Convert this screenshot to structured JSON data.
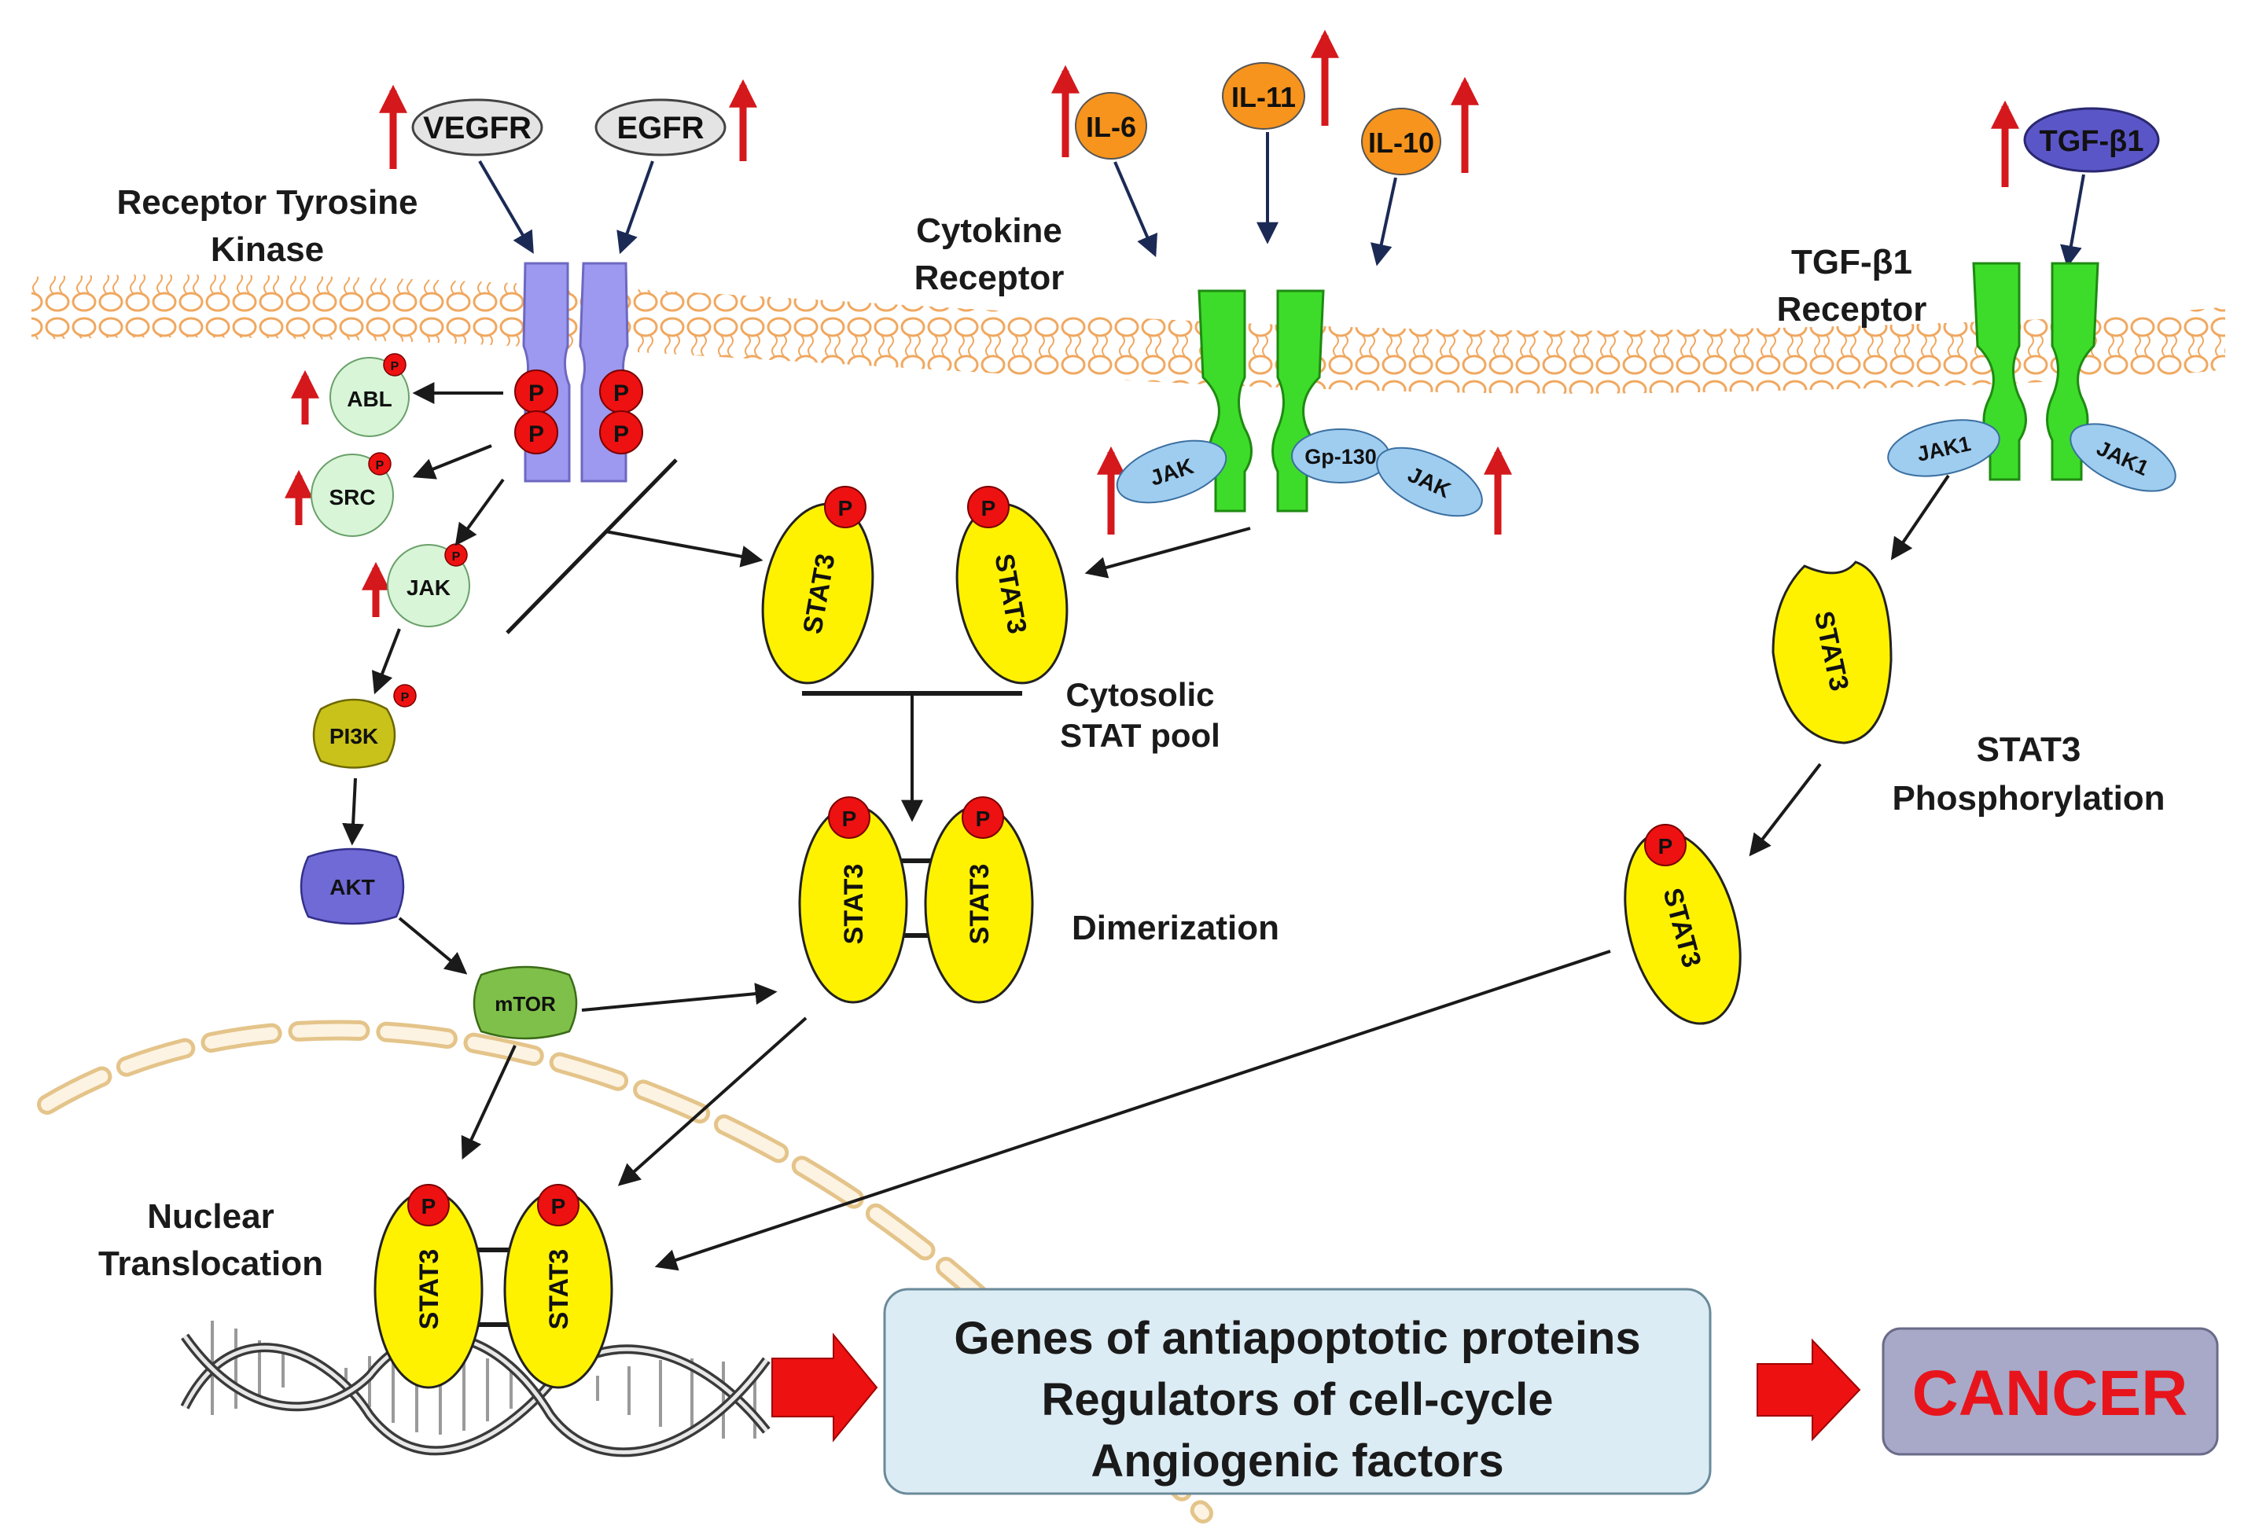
{
  "labels": {
    "rtk_line1": "Receptor Tyrosine",
    "rtk_line2": "Kinase",
    "cytokine_line1": "Cytokine",
    "cytokine_line2": "Receptor",
    "tgf_receptor_line1": "TGF-β1",
    "tgf_receptor_line2": "Receptor",
    "cytosolic_line1": "Cytosolic",
    "cytosolic_line2": "STAT pool",
    "stat3_phos_line1": "STAT3",
    "stat3_phos_line2": "Phosphorylation",
    "dimerization": "Dimerization",
    "nuclear_line1": "Nuclear",
    "nuclear_line2": "Translocation"
  },
  "ligands": {
    "vegfr": "VEGFR",
    "egfr": "EGFR",
    "il6": "IL-6",
    "il11": "IL-11",
    "il10": "IL-10",
    "tgfb1": "TGF-β1"
  },
  "kinases": {
    "abl": "ABL",
    "src": "SRC",
    "jak": "JAK",
    "pi3k": "PI3K",
    "akt": "AKT",
    "mtor": "mTOR"
  },
  "receptor_parts": {
    "jak": "JAK",
    "gp130": "Gp-130",
    "jak1": "JAK1"
  },
  "phospho": "P",
  "stat3": "STAT3",
  "genes": {
    "line1": "Genes of antiapoptotic proteins",
    "line2": "Regulators of cell-cycle",
    "line3": "Angiogenic factors"
  },
  "outcome": "CANCER",
  "colors": {
    "membrane": "#f0a860",
    "rtk_receptor": "#9d98f0",
    "cytokine_receptor": "#3ddc2a",
    "stat3": "#fff200",
    "phospho": "#ee1111",
    "kinase_light": "#d8f5d8",
    "pi3k": "#c9c21a",
    "akt": "#6f6ad6",
    "mtor": "#7fc04a",
    "jak_blue": "#9fcdf0",
    "il_orange": "#f7941d",
    "tgf_ligand": "#5b56c8",
    "genes_box": "#dcecf4",
    "cancer_box": "#a8a9c8",
    "cancer_text": "#e8141c",
    "up_arrow": "#d4181c"
  }
}
